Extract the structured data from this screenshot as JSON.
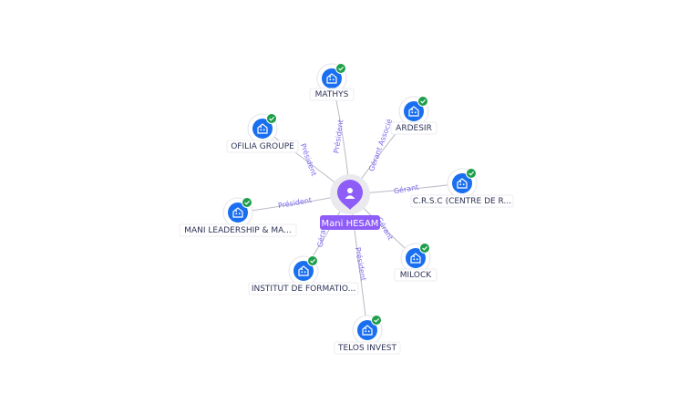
{
  "center": {
    "name": "Mani HESAM",
    "icon": "person-icon",
    "color": "#8e5cf7"
  },
  "colors": {
    "company": "#1a6ff0",
    "verified": "#1f9e4b",
    "edge_label": "#7a6af0"
  },
  "nodes": [
    {
      "id": "mathys",
      "label": "MATHYS",
      "role": "Président",
      "icon": "company-icon",
      "verified": true
    },
    {
      "id": "ardesir",
      "label": "ARDESIR",
      "role": "Gérant Associé",
      "icon": "company-icon",
      "verified": true
    },
    {
      "id": "crsc",
      "label": "C.R.S.C (CENTRE DE R...",
      "role": "Gérant",
      "icon": "company-icon",
      "verified": true
    },
    {
      "id": "milock",
      "label": "MILOCK",
      "role": "Gérant",
      "icon": "company-icon",
      "verified": true
    },
    {
      "id": "telos",
      "label": "TELOS INVEST",
      "role": "Président",
      "icon": "company-icon",
      "verified": true
    },
    {
      "id": "institut",
      "label": "INSTITUT DE FORMATIO...",
      "role": "Gérant",
      "icon": "company-icon",
      "verified": true
    },
    {
      "id": "mani-leadership",
      "label": "MANI LEADERSHIP & MA...",
      "role": "Président",
      "icon": "company-icon",
      "verified": true
    },
    {
      "id": "ofilia",
      "label": "OFILIA GROUPE",
      "role": "Président",
      "icon": "company-icon",
      "verified": true
    }
  ]
}
